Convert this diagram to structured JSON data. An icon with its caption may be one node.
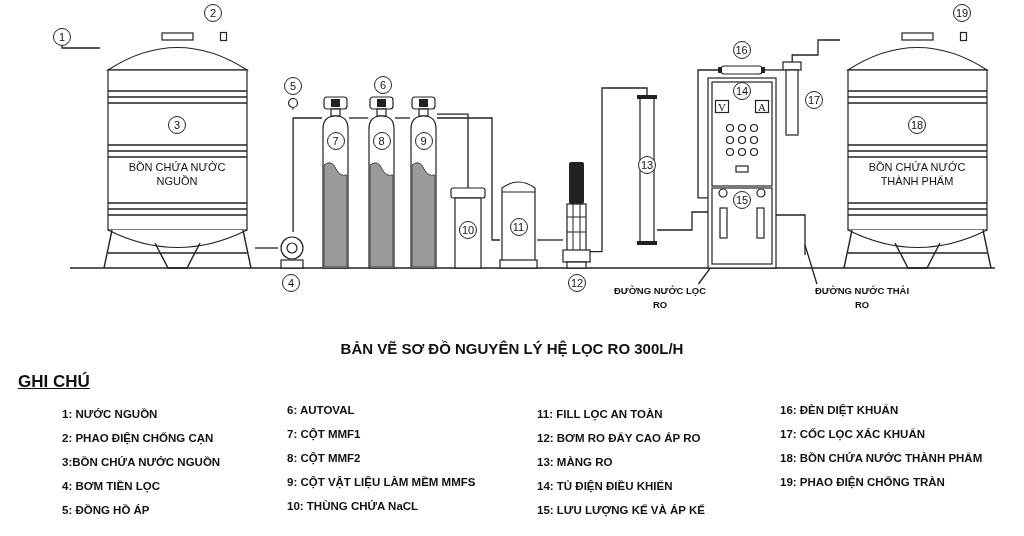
{
  "diagram": {
    "title": "BẢN VẼ SƠ ĐỒ NGUYÊN LÝ HỆ LỌC RO 300L/H",
    "nodes": [
      {
        "text": [
          "1"
        ]
      },
      {
        "text": [
          "2"
        ]
      },
      {
        "text": [
          "3",
          "BỒN CHỨA NƯỚC NGUỒN"
        ]
      },
      {
        "text": [
          "4"
        ]
      },
      {
        "text": [
          "5"
        ]
      },
      {
        "text": [
          "6"
        ]
      },
      {
        "text": [
          "7"
        ]
      },
      {
        "text": [
          "8"
        ]
      },
      {
        "text": [
          "9"
        ]
      },
      {
        "text": [
          "10"
        ]
      },
      {
        "text": [
          "11"
        ]
      },
      {
        "text": [
          "12"
        ]
      },
      {
        "text": [
          "13"
        ]
      },
      {
        "text": [],
        "shape": "box"
      },
      {
        "text": [
          "14"
        ],
        "in": 13
      },
      {
        "text": [
          "V"
        ],
        "in": 13
      },
      {
        "text": [
          "A"
        ],
        "in": 13
      },
      {
        "text": [
          "15"
        ],
        "in": 13
      },
      {
        "text": [
          "16"
        ]
      },
      {
        "text": [
          "17"
        ]
      },
      {
        "text": [
          "18",
          "BỒN CHỨA NƯỚC THÀNH PHẨM"
        ]
      },
      {
        "text": [
          "19"
        ]
      },
      {
        "text": [
          "ĐƯỜNG NƯỚC LỌC RO"
        ]
      },
      {
        "text": [
          "ĐƯỜNG NƯỚC THẢI RO"
        ]
      }
    ],
    "edges": [
      {
        "from": 0,
        "to": 2,
        "arrow": "none"
      },
      {
        "from": 2,
        "to": 3,
        "arrow": "none"
      },
      {
        "from": 3,
        "to": 6,
        "arrow": "none"
      },
      {
        "from": 6,
        "to": 7,
        "arrow": "none"
      },
      {
        "from": 7,
        "to": 8,
        "arrow": "none"
      },
      {
        "from": 8,
        "to": 9,
        "arrow": "none"
      },
      {
        "from": 8,
        "to": 10,
        "arrow": "none"
      },
      {
        "from": 10,
        "to": 11,
        "arrow": "none"
      },
      {
        "from": 11,
        "to": 12,
        "arrow": "none"
      },
      {
        "from": 12,
        "to": 17,
        "arrow": "none"
      },
      {
        "from": 17,
        "to": 18,
        "arrow": "none"
      },
      {
        "from": 18,
        "to": 19,
        "arrow": "none"
      },
      {
        "from": 19,
        "to": 20,
        "arrow": "none"
      },
      {
        "from": 17,
        "to": null,
        "arrow": "none"
      },
      {
        "from": 22,
        "to": 17,
        "arrow": "none"
      },
      {
        "from": 23,
        "to": null,
        "arrow": "none"
      }
    ],
    "labels": [
      "GHI CHÚ",
      "1: NƯỚC NGUỒN",
      "2: PHAO ĐIỆN CHỐNG CẠN",
      "3:BỒN CHỨA NƯỚC NGUỒN",
      "4: BƠM TIỀN LỌC",
      "5: ĐỒNG HỒ ÁP",
      "6: AUTOVAL",
      "7: CỘT MMF1",
      "8: CỘT MMF2",
      "9: CỘT VẬT LIỆU LÀM MỀM MMFS",
      "10: THÙNG CHỨA NaCL",
      "11: FILL LỌC AN TOÀN",
      "12: BƠM RO ĐẨY CAO ÁP RO",
      "13: MÀNG RO",
      "14: TỦ ĐIỆN ĐIỀU KHIỂN",
      "15: LƯU LƯỢNG KẾ VÀ ÁP KẾ",
      "16: ĐÈN DIỆT KHUẨN",
      "17: CỐC LỌC XÁC KHUẨN",
      "18: BỒN CHỨA NƯỚC THÀNH PHẨM",
      "19: PHAO ĐIỆN CHỐNG TRÀN"
    ]
  }
}
